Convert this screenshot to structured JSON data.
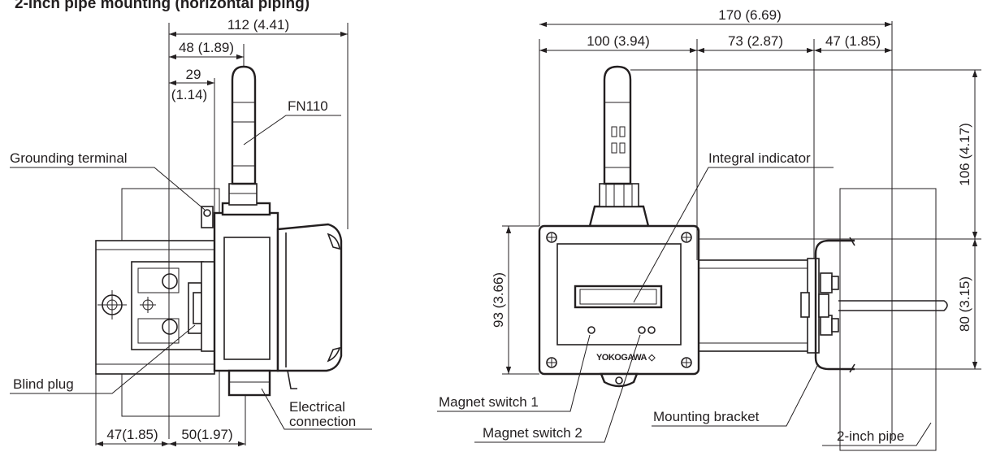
{
  "title": "2-inch pipe mounting (horizontal piping)",
  "left_view": {
    "dimensions": {
      "overall_width": "112 (4.41)",
      "to_antenna": "48 (1.89)",
      "small_top_value": "29",
      "small_bottom_value": "(1.14)",
      "bottom_left": "47(1.85)",
      "bottom_right": "50(1.97)"
    },
    "labels": {
      "antenna": "FN110",
      "grounding": "Grounding terminal",
      "blind_plug": "Blind plug",
      "electrical_line1": "Electrical",
      "electrical_line2": "connection"
    }
  },
  "right_view": {
    "dimensions": {
      "overall_width": "170 (6.69)",
      "left_part": "100 (3.94)",
      "middle_part": "73 (2.87)",
      "right_part": "47 (1.85)",
      "antenna_height": "106 (4.17)",
      "box_height": "93 (3.66)",
      "bracket_height": "80 (3.15)"
    },
    "labels": {
      "integral_indicator": "Integral indicator",
      "magnet_switch_1": "Magnet switch 1",
      "magnet_switch_2": "Magnet switch 2",
      "mounting_bracket": "Mounting bracket",
      "pipe": "2-inch pipe",
      "brand": "YOKOGAWA ◇"
    }
  }
}
